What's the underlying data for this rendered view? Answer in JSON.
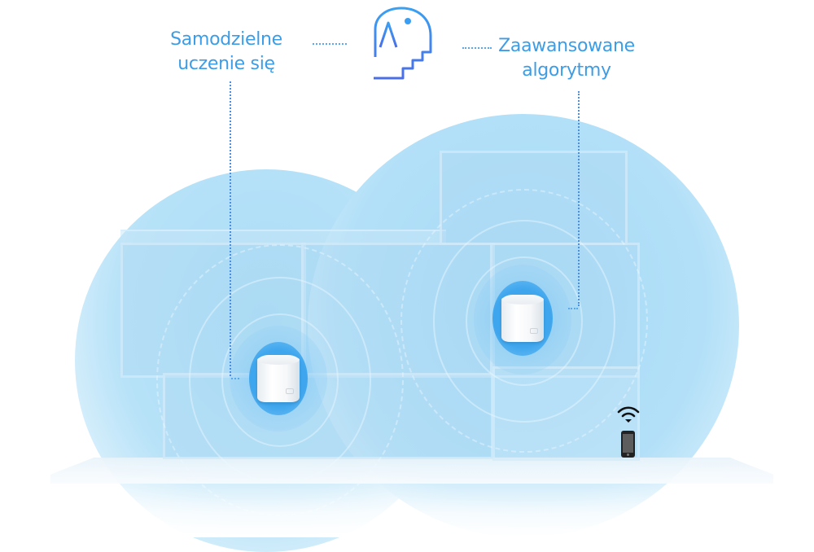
{
  "labels": {
    "left": {
      "line1": "Samodzielne",
      "line2": "uczenie się"
    },
    "right": {
      "line1": "Zaawansowane",
      "line2": "algorytmy"
    }
  },
  "icons": {
    "center": "ai-head-icon",
    "phone": "smartphone-icon",
    "wifi": "wifi-signal-icon",
    "devices": [
      "mesh-router-icon",
      "mesh-router-icon"
    ]
  },
  "colors": {
    "label_text": "#3c9de6",
    "connector": "#4a8fe6",
    "coverage_blob": "#a9dcf6",
    "router_halo": "#3aa3ee",
    "icon_gradient_start": "#3aa0f2",
    "icon_gradient_end": "#4a6ee8"
  }
}
